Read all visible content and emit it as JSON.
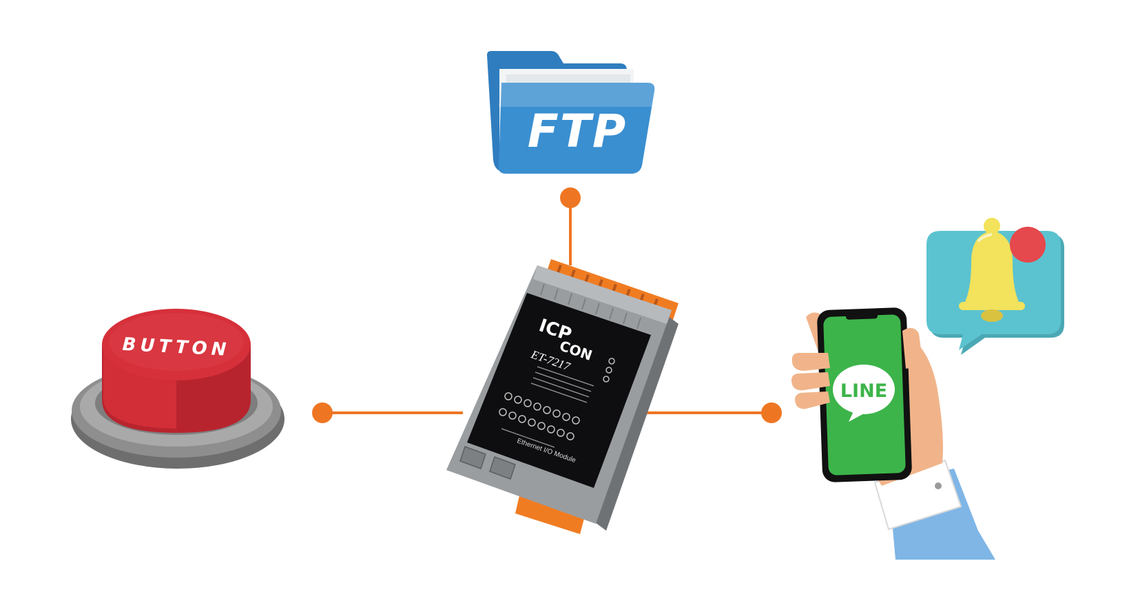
{
  "colors": {
    "connector": "#EE7623",
    "ftp_folder": "#3A8FD0",
    "button_red": "#D6303A",
    "button_base": "#8E8E8E",
    "module_body": "#9A9DA0",
    "module_panel": "#0E0E10",
    "terminal": "#F07C22",
    "phone_screen": "#3CB44A",
    "bubble_teal": "#5BC3CF",
    "bell_yellow": "#F2E25C",
    "badge_red": "#E5484D",
    "skin": "#F1B48A",
    "sleeve": "#7FB6E6"
  },
  "icons": {
    "button": "push-button-icon",
    "ftp": "folder-icon",
    "module": "io-module-icon",
    "phone": "smartphone-icon",
    "notification": "bell-notification-icon"
  },
  "ftp": {
    "label": "FTP"
  },
  "button": {
    "label": "BUTTON"
  },
  "line": {
    "label": "LINE"
  },
  "module": {
    "brand_top": "ICP",
    "brand_bottom": "CON",
    "model": "ET-7217",
    "footer": "Ethernet I/O Module"
  }
}
